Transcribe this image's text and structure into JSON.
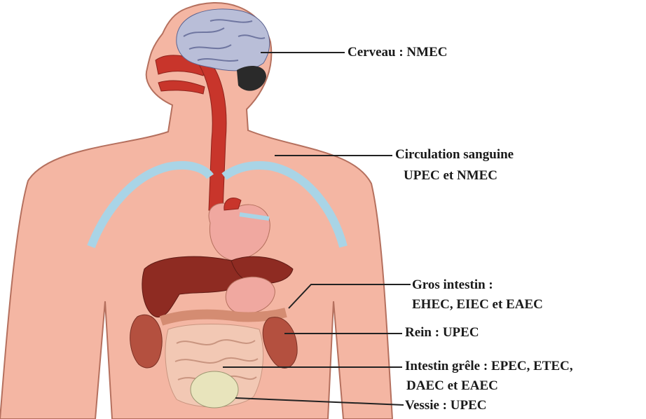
{
  "labels": {
    "cerveau": "Cerveau : NMEC",
    "circulation_line1": "Circulation sanguine",
    "circulation_line2": "UPEC et NMEC",
    "gros_line1": "Gros intestin :",
    "gros_line2": "EHEC, EIEC et EAEC",
    "rein": "Rein : UPEC",
    "grele_line1": "Intestin grêle : EPEC, ETEC,",
    "grele_line2": "DAEC et EAEC",
    "vessie": "Vessie : UPEC"
  },
  "colors": {
    "skin": "#f4b6a3",
    "skin_outline": "#b5705e",
    "brain": "#b9bed8",
    "cerebellum": "#2a2a2a",
    "esophagus": "#c8352b",
    "vessels": "#a9d4e6",
    "heart": "#f0a8a0",
    "liver": "#8e2b22",
    "kidney": "#b4503f",
    "intestine": "#f2c8b4",
    "bladder": "#e8e4bc"
  }
}
